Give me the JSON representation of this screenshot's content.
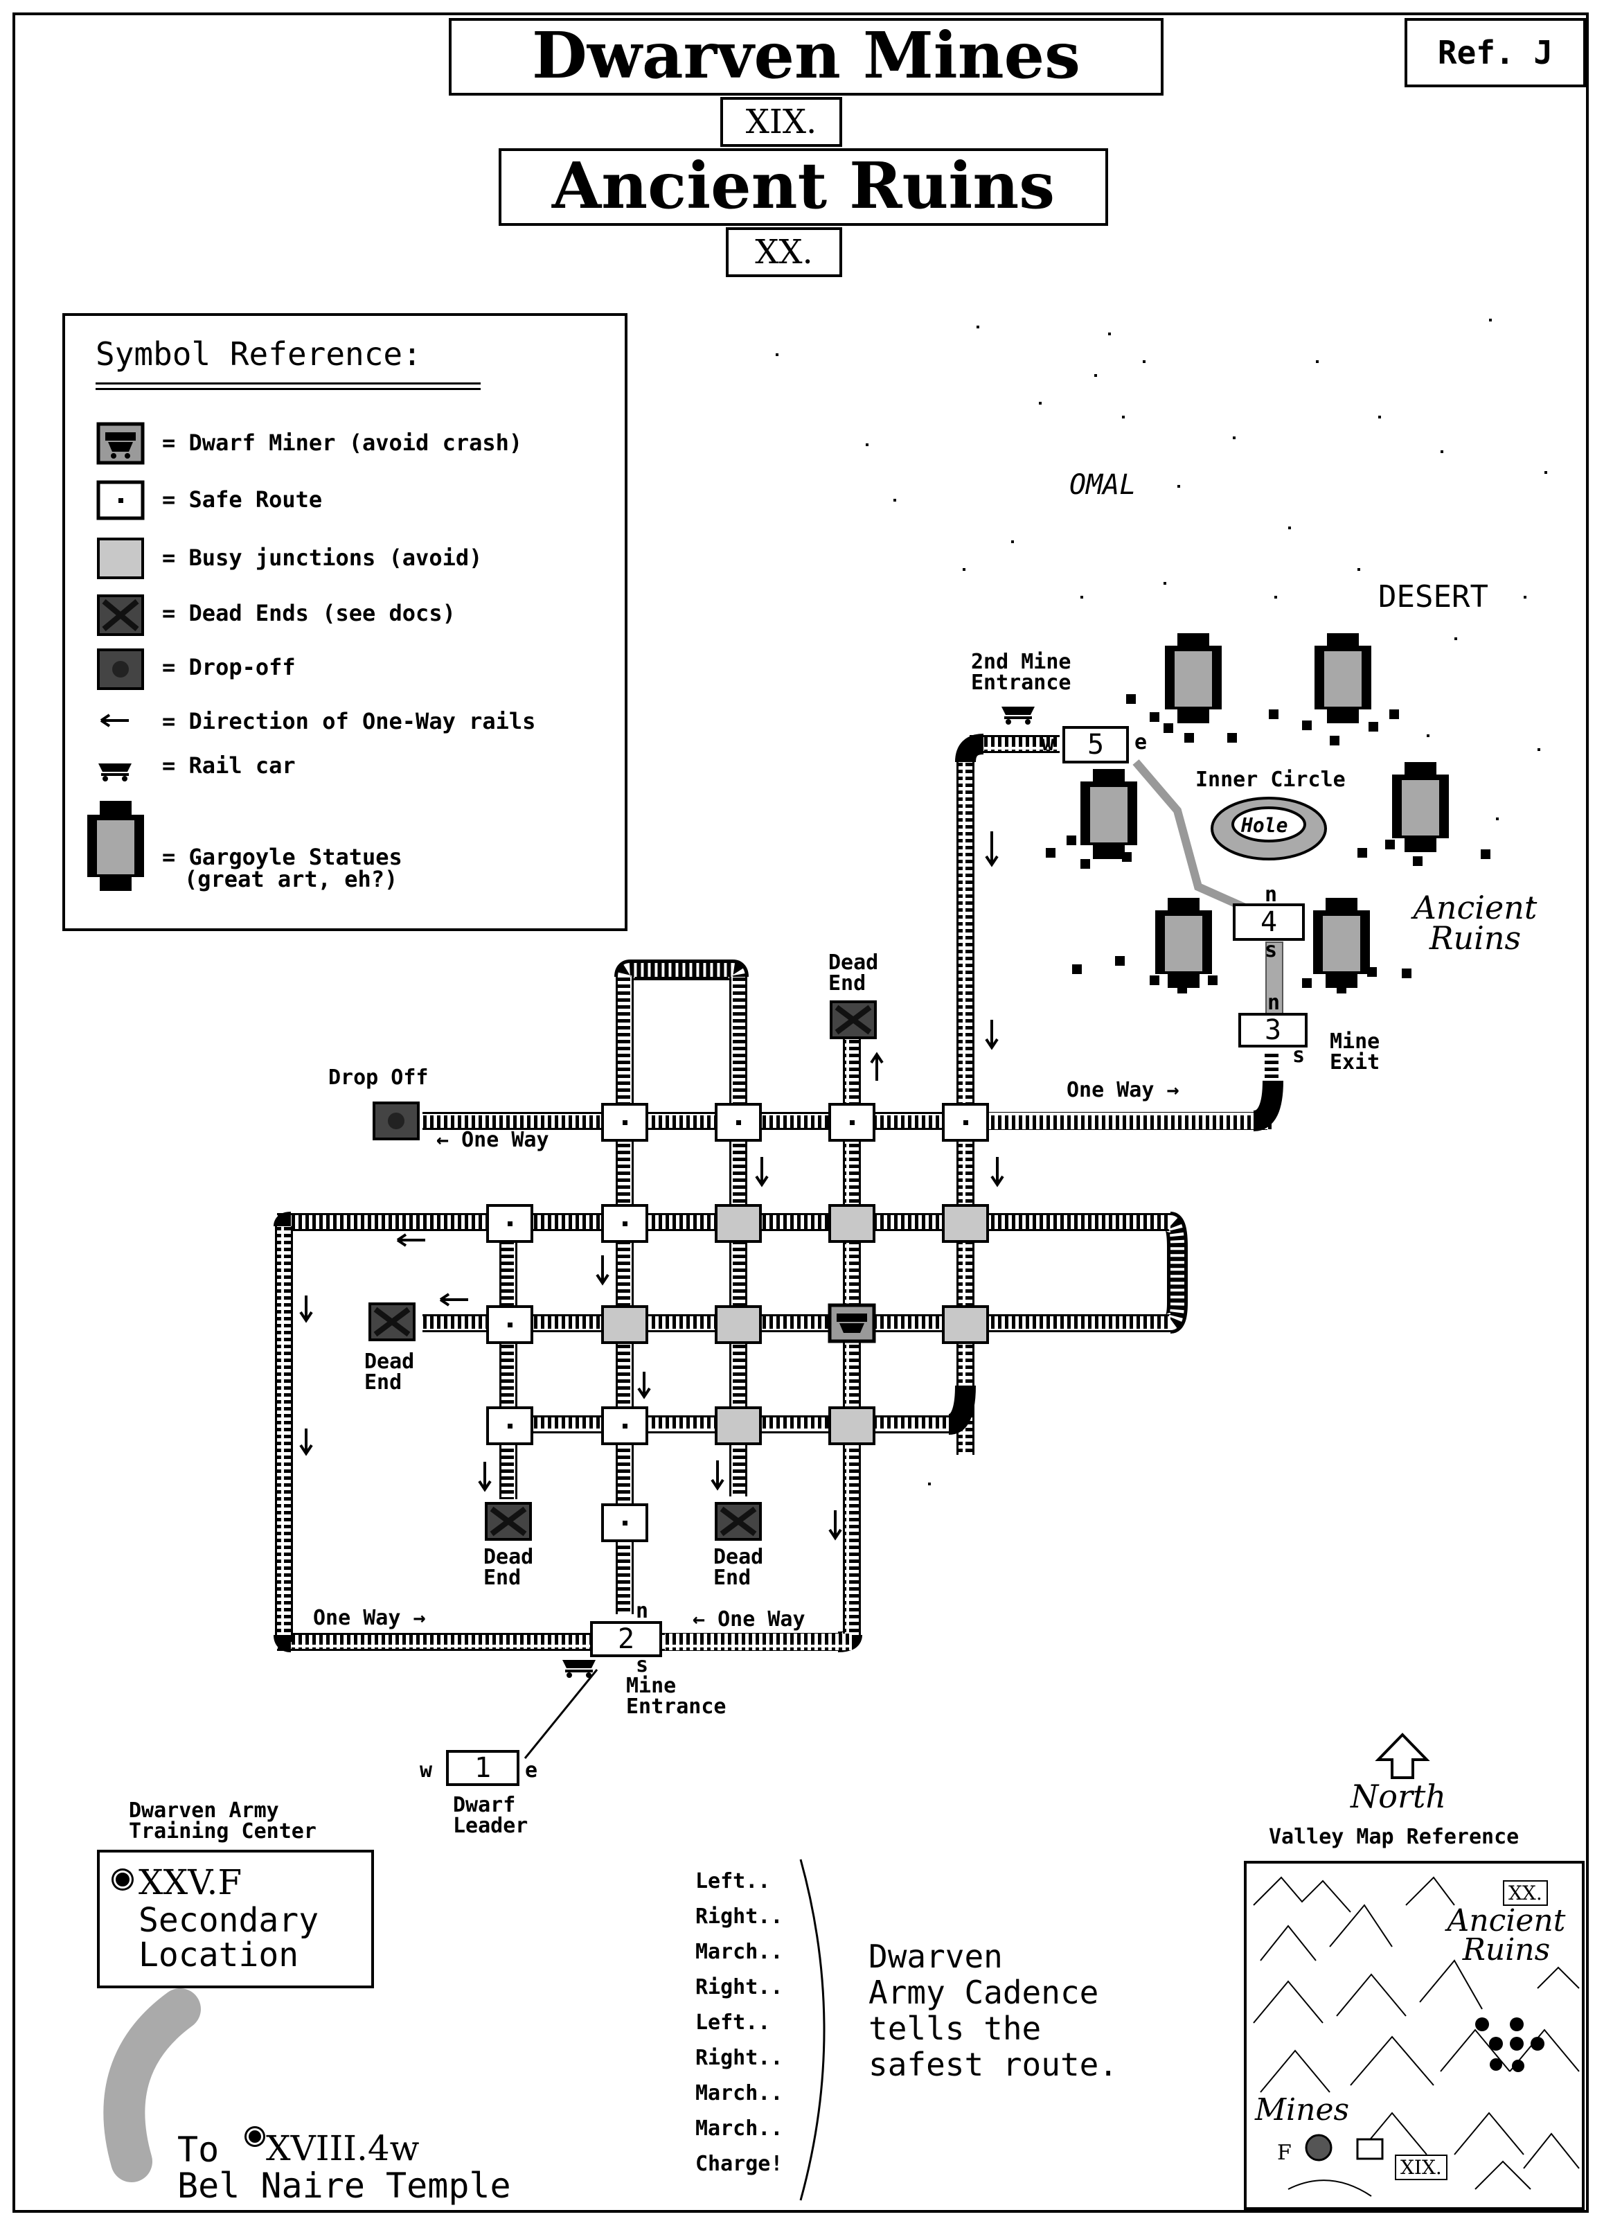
{
  "header": {
    "title_mines": "Dwarven Mines",
    "label_xix": "XIX.",
    "title_ruins": "Ancient Ruins",
    "label_xx": "XX.",
    "ref": "Ref. J"
  },
  "legend": {
    "heading": "Symbol Reference:",
    "items": [
      {
        "icon": "dwarf-miner-icon",
        "text": "= Dwarf Miner (avoid crash)"
      },
      {
        "icon": "safe-route-icon",
        "text": "= Safe Route"
      },
      {
        "icon": "busy-junction-icon",
        "text": "= Busy junctions (avoid)"
      },
      {
        "icon": "dead-end-icon",
        "text": "= Dead Ends (see docs)"
      },
      {
        "icon": "drop-off-icon",
        "text": "= Drop-off"
      },
      {
        "icon": "one-way-arrow-icon",
        "text": "= Direction of One-Way rails"
      },
      {
        "icon": "rail-car-icon",
        "text": "= Rail car"
      },
      {
        "icon": "gargoyle-statue-icon",
        "text": "= Gargoyle Statues",
        "text2": "(great art, eh?)"
      }
    ]
  },
  "places": {
    "omal": "OMAL",
    "desert": "DESERT",
    "ancient_ruins": "Ancient Ruins",
    "inner_circle": "Inner Circle",
    "hole": "Hole"
  },
  "labels": {
    "second_mine_entrance_1": "2nd Mine",
    "second_mine_entrance_2": "Entrance",
    "dead_end": "Dead",
    "dead_end_2": "End",
    "drop_off": "Drop Off",
    "one_way": "One Way",
    "mine_exit_1": "Mine",
    "mine_exit_2": "Exit",
    "mine_entrance_1": "Mine",
    "mine_entrance_2": "Entrance",
    "dwarf_leader_1": "Dwarf",
    "dwarf_leader_2": "Leader",
    "training_1": "Dwarven Army",
    "training_2": "Training Center",
    "n": "n",
    "s": "s",
    "w": "w",
    "e": "e"
  },
  "stations": {
    "s1": "1",
    "s2": "2",
    "s3": "3",
    "s4": "4",
    "s5": "5"
  },
  "secondary": {
    "line1": "XXV.F",
    "line2": "Secondary",
    "line3": "Location"
  },
  "temple": {
    "line1": "To",
    "code": "XVIII.4w",
    "line2": "Bel Naire Temple"
  },
  "cadence": {
    "steps": [
      "Left..",
      "Right..",
      "March..",
      "Right..",
      "Left..",
      "Right..",
      "March..",
      "March..",
      "Charge!"
    ],
    "note": [
      "Dwarven",
      "Army Cadence",
      "tells the",
      "safest route."
    ]
  },
  "compass": {
    "label": "North"
  },
  "valley": {
    "heading": "Valley Map Reference",
    "xx": "XX.",
    "ruins": "Ancient Ruins",
    "mines": "Mines",
    "xix": "XIX.",
    "f": "F"
  }
}
